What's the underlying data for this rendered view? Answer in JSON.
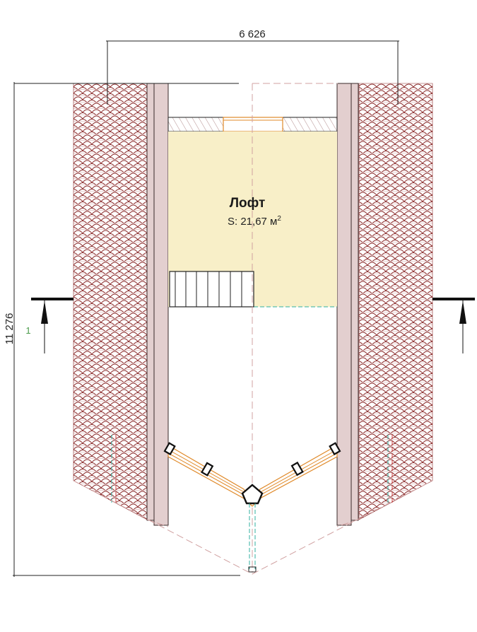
{
  "dimensions": {
    "width_label": "6 626",
    "height_label": "11 276"
  },
  "room": {
    "name": "Лофт",
    "area_prefix": "S: 21,67 м",
    "area_sup": "2"
  },
  "section_marker": {
    "label": "1"
  },
  "colors": {
    "roof_pattern": "#8a2a2a",
    "wall_fill": "#e3cfcf",
    "loft_fill": "#f8efc8",
    "window_frame": "#e08a2a",
    "guide_pink": "#d0a0a0",
    "guide_teal": "#30b0a0",
    "section_label": "#4a9a4a"
  }
}
